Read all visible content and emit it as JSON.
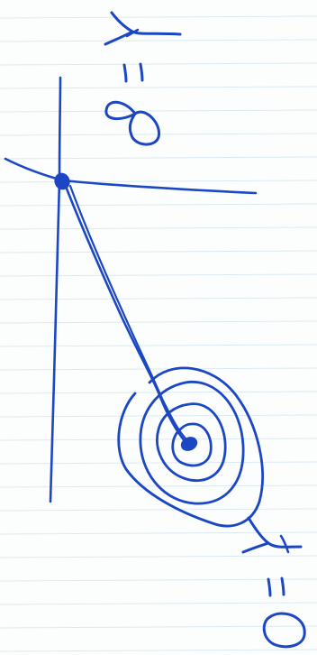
{
  "colors": {
    "ink": "#1b47c4",
    "paper": "#fcfefe",
    "ruled_line": "#dbeaf0"
  },
  "annotations": {
    "top_label": "λ = ∞",
    "bottom_label": "λ = 0"
  },
  "icons": {
    "top_label_glyph": "handwritten-lambda-equals-infinity",
    "bottom_label_glyph": "handwritten-lambda-equals-zero"
  }
}
